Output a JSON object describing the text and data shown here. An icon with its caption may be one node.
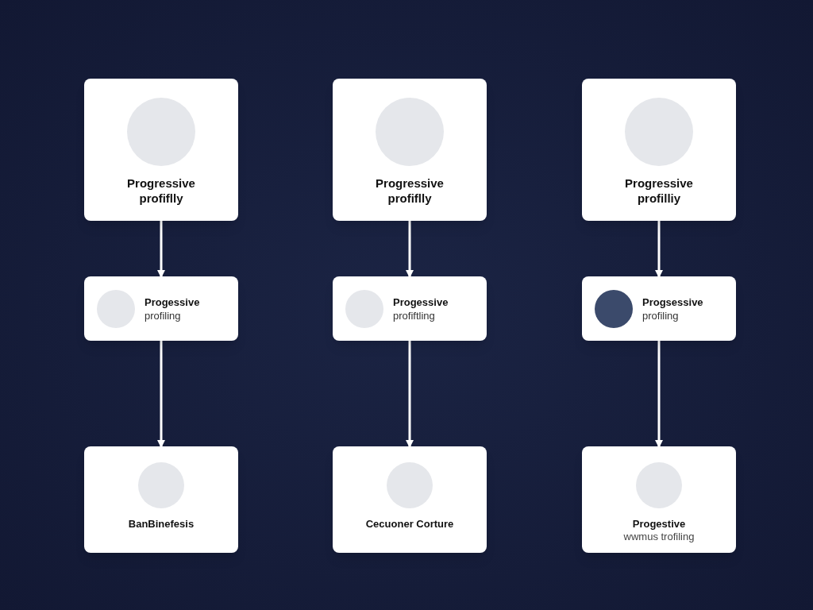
{
  "diagram": {
    "nodes": [
      {
        "text": [
          "Progressive profiflly"
        ]
      },
      {
        "text": [
          "Progressive profiflly"
        ]
      },
      {
        "text": [
          "Progressive profilliy"
        ]
      },
      {
        "text": [
          "Progessive",
          "profiling"
        ]
      },
      {
        "text": [
          "Progessive",
          "profiftling"
        ]
      },
      {
        "text": [
          "Progsessive",
          "profiling"
        ]
      },
      {
        "text": [
          "BanBinefesis"
        ]
      },
      {
        "text": [
          "Cecuoner Corture"
        ]
      },
      {
        "text": [
          "Progestive",
          "wwmus trofiling"
        ]
      }
    ],
    "edges": [
      {
        "from": 0,
        "to": 3,
        "arrow": "to"
      },
      {
        "from": 1,
        "to": 4,
        "arrow": "to"
      },
      {
        "from": 2,
        "to": 5,
        "arrow": "to"
      },
      {
        "from": 3,
        "to": 6,
        "arrow": "to"
      },
      {
        "from": 4,
        "to": 7,
        "arrow": "to"
      },
      {
        "from": 5,
        "to": 8,
        "arrow": "to"
      }
    ]
  }
}
